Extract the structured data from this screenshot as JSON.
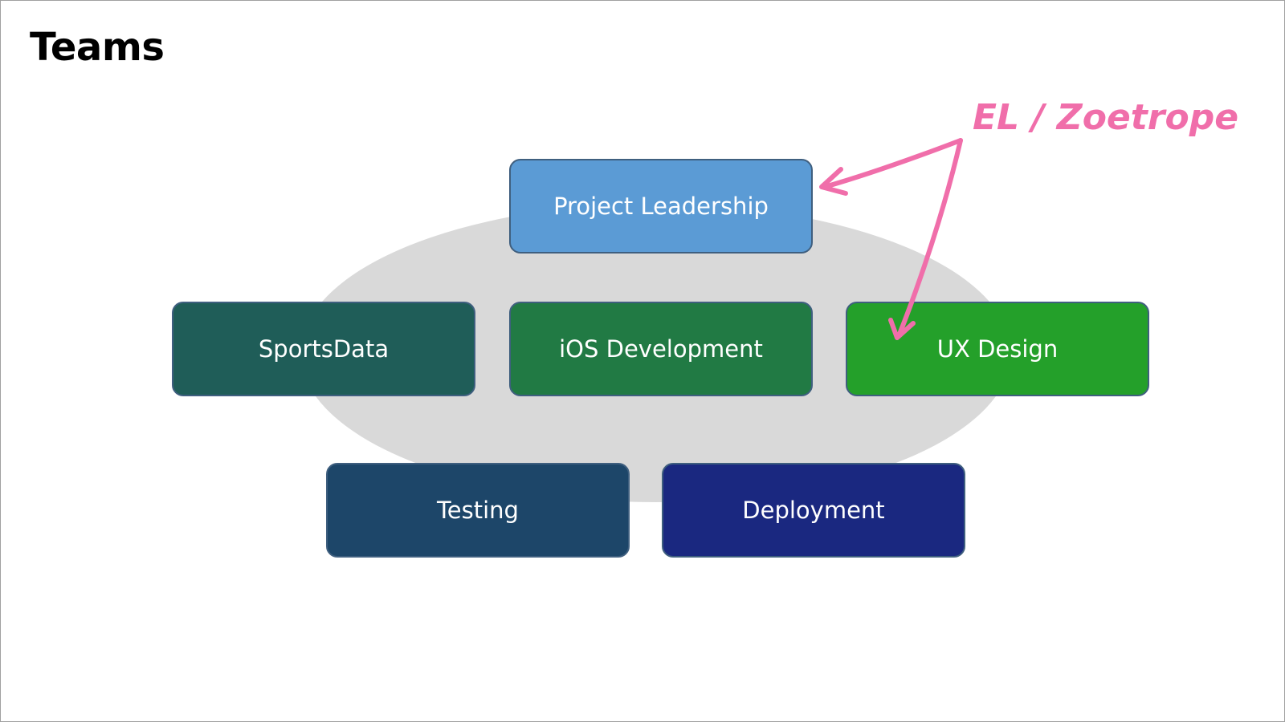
{
  "slide": {
    "title": "Teams"
  },
  "annotation": {
    "text": "EL / Zoetrope",
    "color": "#f06eaa"
  },
  "colors": {
    "ellipse": "#d9d9d9",
    "project_leadership": "#5b9bd5",
    "sportsdata": "#1f5d58",
    "ios_development": "#217a44",
    "ux_design": "#24a02a",
    "testing": "#1d4669",
    "deployment": "#1a2880"
  },
  "teams": {
    "project_leadership": "Project Leadership",
    "sportsdata": "SportsData",
    "ios_development": "iOS Development",
    "ux_design": "UX Design",
    "testing": "Testing",
    "deployment": "Deployment"
  }
}
